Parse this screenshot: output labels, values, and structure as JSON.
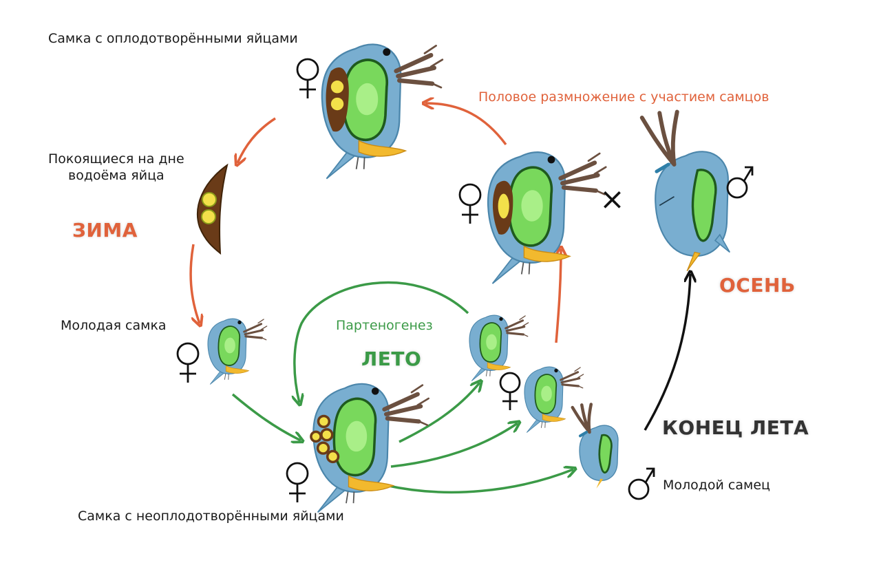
{
  "labels": {
    "female_fertilized": "Самка с оплодотворёнными яйцами",
    "resting_eggs": "Покоящиеся на дне\nводоёма яйца",
    "young_female": "Молодая самка",
    "female_unfertilized": "Самка с неоплодотворёнными яйцами",
    "young_male": "Молодой самец",
    "sexual_reproduction": "Половое размножение с участием самцов",
    "parthenogenesis": "Партеногенез"
  },
  "seasons": {
    "winter": "ЗИМА",
    "summer": "ЛЕТО",
    "end_of_summer": "КОНЕЦ ЛЕТА",
    "autumn": "ОСЕНЬ"
  },
  "cross_symbol": "×",
  "colors": {
    "sexual": "#e0623b",
    "parthenogenesis": "#3b9a47",
    "male_path": "#111111",
    "end_of_summer": "#333333",
    "body": "#79aed0",
    "body_outline": "#4b86ab",
    "gut": "#79d85c",
    "gut_dark": "#1f5a1e",
    "antenna": "#6b5040",
    "beak": "#f2b92e",
    "ephippium": "#6a3b18",
    "egg_yellow": "#f3e04a"
  }
}
